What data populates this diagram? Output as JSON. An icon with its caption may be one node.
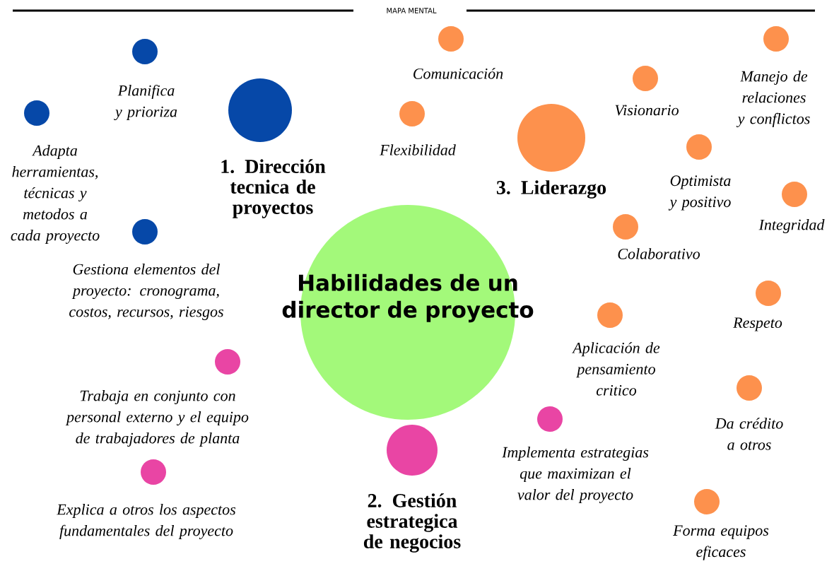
{
  "diagram": {
    "nodes": [
      {
        "text": [
          "Habilidades de un director de proyecto"
        ]
      },
      {
        "text": [
          "1. Dirección tecnica de proyectos"
        ]
      },
      {
        "text": [
          "Planifica y prioriza"
        ]
      },
      {
        "text": [
          "Adapta herramientas, técnicas y metodos a cada proyecto"
        ]
      },
      {
        "text": [
          "Gestiona elementos del proyecto: cronograma, costos, recursos, riesgos"
        ]
      },
      {
        "text": [
          "2. Gestión estrategica de negocios"
        ]
      },
      {
        "text": [
          "Trabaja en conjunto con personal externo y el equipo de trabajadores de planta"
        ]
      },
      {
        "text": [
          "Explica a otros los aspectos fundamentales del proyecto"
        ]
      },
      {
        "text": [
          "Implementa estrategias que maximizan el valor del proyecto"
        ]
      },
      {
        "text": [
          "3. Liderazgo"
        ]
      },
      {
        "text": [
          "Comunicación"
        ]
      },
      {
        "text": [
          "Flexibilidad"
        ]
      },
      {
        "text": [
          "Visionario"
        ]
      },
      {
        "text": [
          "Manejo de relaciones y conflictos"
        ]
      },
      {
        "text": [
          "Optimista y positivo"
        ]
      },
      {
        "text": [
          "Integridad"
        ]
      },
      {
        "text": [
          "Colaborativo"
        ]
      },
      {
        "text": [
          "Respeto"
        ]
      },
      {
        "text": [
          "Aplicación de pensamiento critico"
        ]
      },
      {
        "text": [
          "Da crédito a otros"
        ]
      },
      {
        "text": [
          "Forma equipos eficaces"
        ]
      }
    ],
    "labels": [
      "MAPA MENTAL"
    ]
  }
}
